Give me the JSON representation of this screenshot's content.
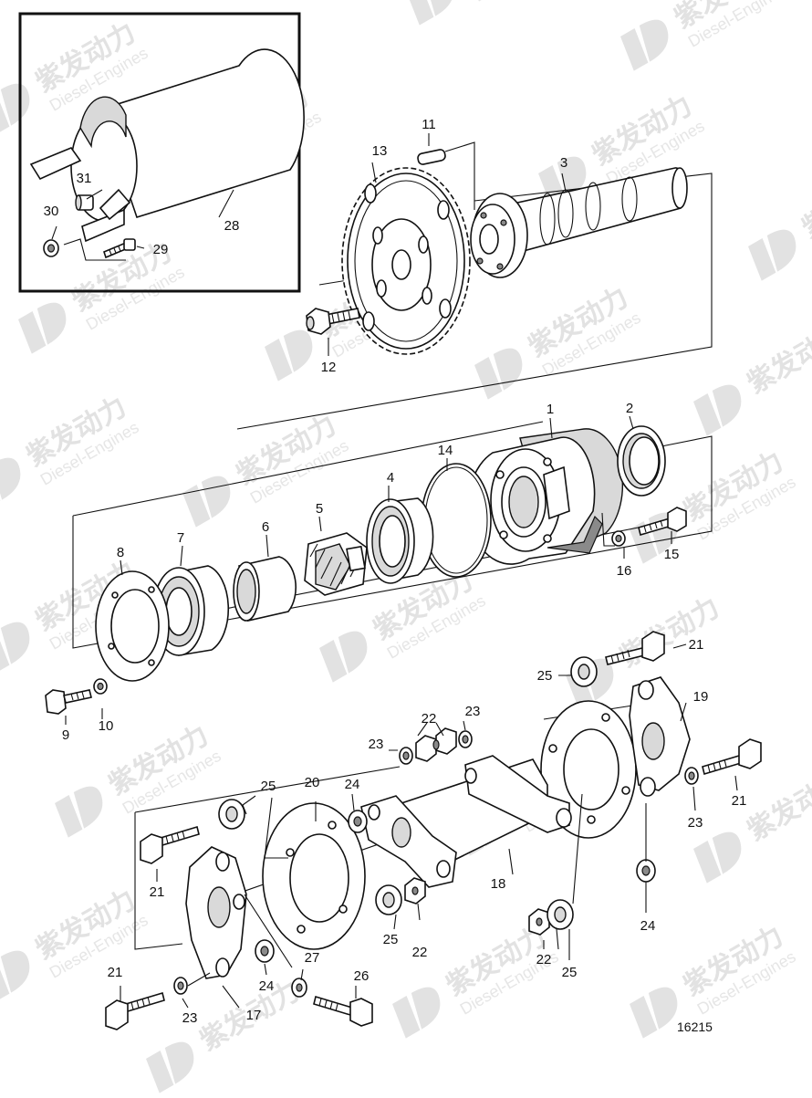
{
  "diagram": {
    "reference_number": "16215",
    "callouts": {
      "c1": "1",
      "c2": "2",
      "c3": "3",
      "c4": "4",
      "c5": "5",
      "c6": "6",
      "c7": "7",
      "c8": "8",
      "c9": "9",
      "c10": "10",
      "c11": "11",
      "c12": "12",
      "c13": "13",
      "c14": "14",
      "c15": "15",
      "c16": "16",
      "c17": "17",
      "c18": "18",
      "c19": "19",
      "c20": "20",
      "c21a": "21",
      "c21b": "21",
      "c21c": "21",
      "c21d": "21",
      "c22a": "22",
      "c22b": "22",
      "c22c": "22",
      "c23a": "23",
      "c23b": "23",
      "c23c": "23",
      "c23d": "23",
      "c24a": "24",
      "c24b": "24",
      "c24c": "24",
      "c25a": "25",
      "c25b": "25",
      "c25c": "25",
      "c25d": "25",
      "c26": "26",
      "c27": "27",
      "c28": "28",
      "c29": "29",
      "c30": "30",
      "c31": "31"
    }
  },
  "watermark": {
    "brand_cn": "紫发动力",
    "brand_en": "Diesel-Engines"
  },
  "colors": {
    "ink": "#111111",
    "watermark": "#e2e2e2",
    "shade": "#d9d9d9"
  }
}
